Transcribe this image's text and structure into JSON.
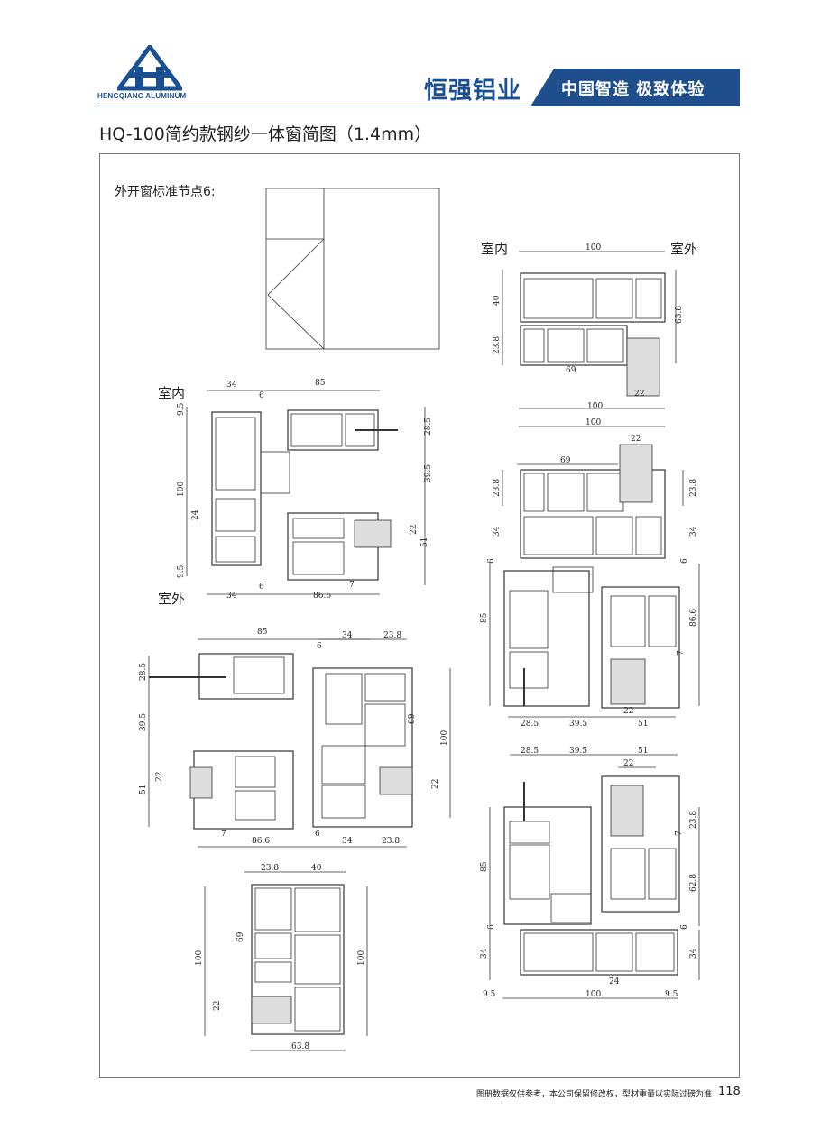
{
  "header": {
    "logo_text": "HENGQIANG ALUMINUM",
    "brand": "恒强铝业",
    "slogan": "中国智造 极致体验",
    "brand_color": "#1a4f91",
    "slogan_bg": "#1f4e8d"
  },
  "title": "HQ-100简约款钢纱一体窗简图（1.4mm）",
  "drawing": {
    "node_label": "外开窗标准节点6:",
    "labels": {
      "indoor": "室内",
      "outdoor": "室外"
    },
    "view_a": {
      "d1": "34",
      "d2": "85",
      "d3": "6",
      "d4": "9.5",
      "d5": "28.5",
      "d6": "100",
      "d7": "39.5",
      "d8": "24",
      "d9": "22",
      "d10": "51",
      "d11": "9.5",
      "d12": "7",
      "d13": "34",
      "d14": "6",
      "d15": "86.6"
    },
    "view_b": {
      "d1": "85",
      "d2": "34",
      "d3": "6",
      "d4": "23.8",
      "d5": "28.5",
      "d6": "39.5",
      "d7": "69",
      "d8": "100",
      "d9": "51",
      "d10": "22",
      "d11": "22",
      "d12": "7",
      "d13": "86.6",
      "d14": "6",
      "d15": "34",
      "d16": "23.8"
    },
    "view_c": {
      "d1": "23.8",
      "d2": "40",
      "d3": "69",
      "d4": "100",
      "d5": "100",
      "d6": "22",
      "d7": "63.8"
    },
    "view_d": {
      "d1": "100",
      "d2": "40",
      "d3": "63.8",
      "d4": "23.8",
      "d5": "69",
      "d6": "100",
      "d7": "22"
    },
    "view_e": {
      "d1": "100",
      "d2": "22",
      "d3": "69",
      "d4": "23.8",
      "d5": "23.8",
      "d6": "34",
      "d7": "34",
      "d8": "6",
      "d9": "6",
      "d10": "85",
      "d11": "86.6",
      "d12": "7",
      "d13": "28.5",
      "d14": "39.5",
      "d15": "51",
      "d16": "22"
    },
    "view_f": {
      "d1": "28.5",
      "d2": "39.5",
      "d3": "51",
      "d4": "22",
      "d5": "85",
      "d6": "23.8",
      "d7": "7",
      "d8": "62.8",
      "d9": "6",
      "d10": "6",
      "d11": "34",
      "d12": "34",
      "d13": "24",
      "d14": "9.5",
      "d15": "100",
      "d16": "9.5"
    }
  },
  "footer": {
    "note": "图册数据仅供参考，本公司保留修改权，型材重量以实际过磅为准",
    "page": "118"
  }
}
